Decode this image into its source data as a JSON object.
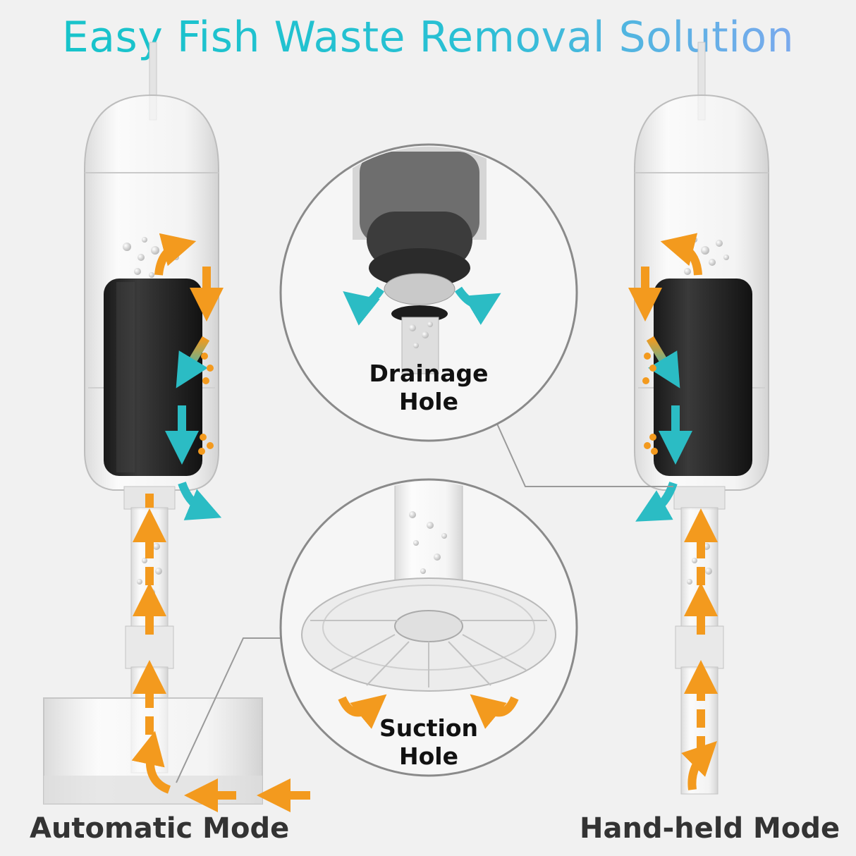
{
  "title": "Easy Fish Waste Removal Solution",
  "callouts": {
    "drainage_line1": "Drainage",
    "drainage_line2": "Hole",
    "suction_line1": "Suction",
    "suction_line2": "Hole"
  },
  "modes": {
    "automatic": "Automatic Mode",
    "handheld": "Hand-held Mode"
  },
  "colors": {
    "title_start": "#14c4c9",
    "title_end": "#8aa5f2",
    "flow_arrow": "#f39a1e",
    "drain_arrow": "#2bbcc4",
    "text": "#333333"
  }
}
